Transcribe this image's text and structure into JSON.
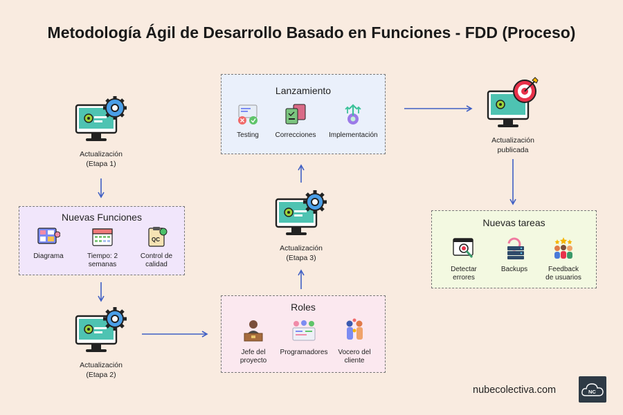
{
  "title": "Metodología Ágil de Desarrollo Basado en Funciones - FDD (Proceso)",
  "nodes": {
    "etapa1": {
      "line1": "Actualización",
      "line2": "(Etapa 1)"
    },
    "etapa2": {
      "line1": "Actualización",
      "line2": "(Etapa 2)"
    },
    "etapa3": {
      "line1": "Actualización",
      "line2": "(Etapa 3)"
    },
    "publicada": {
      "line1": "Actualización",
      "line2": "publicada"
    }
  },
  "nuevas_funciones": {
    "title": "Nuevas Funciones",
    "items": [
      {
        "l1": "Diagrama",
        "l2": ""
      },
      {
        "l1": "Tiempo: 2",
        "l2": "semanas"
      },
      {
        "l1": "Control de",
        "l2": "calidad"
      }
    ]
  },
  "lanzamiento": {
    "title": "Lanzamiento",
    "items": [
      {
        "l1": "Testing",
        "l2": ""
      },
      {
        "l1": "Correcciones",
        "l2": ""
      },
      {
        "l1": "Implementación",
        "l2": ""
      }
    ]
  },
  "roles": {
    "title": "Roles",
    "items": [
      {
        "l1": "Jefe del",
        "l2": "proyecto"
      },
      {
        "l1": "Programadores",
        "l2": ""
      },
      {
        "l1": "Vocero del",
        "l2": "cliente"
      }
    ]
  },
  "nuevas_tareas": {
    "title": "Nuevas tareas",
    "items": [
      {
        "l1": "Detectar",
        "l2": "errores"
      },
      {
        "l1": "Backups",
        "l2": ""
      },
      {
        "l1": "Feedback",
        "l2": "de usuarios"
      }
    ]
  },
  "footer": {
    "site": "nubecolectiva.com",
    "logo_text": "NC"
  },
  "colors": {
    "background": "#f9ebe0",
    "arrow": "#3f5fc4",
    "box_purple": "#f1e6fb",
    "box_blue": "#eaf0fb",
    "box_pink": "#fbe8ef",
    "box_green": "#f3f9e1"
  }
}
